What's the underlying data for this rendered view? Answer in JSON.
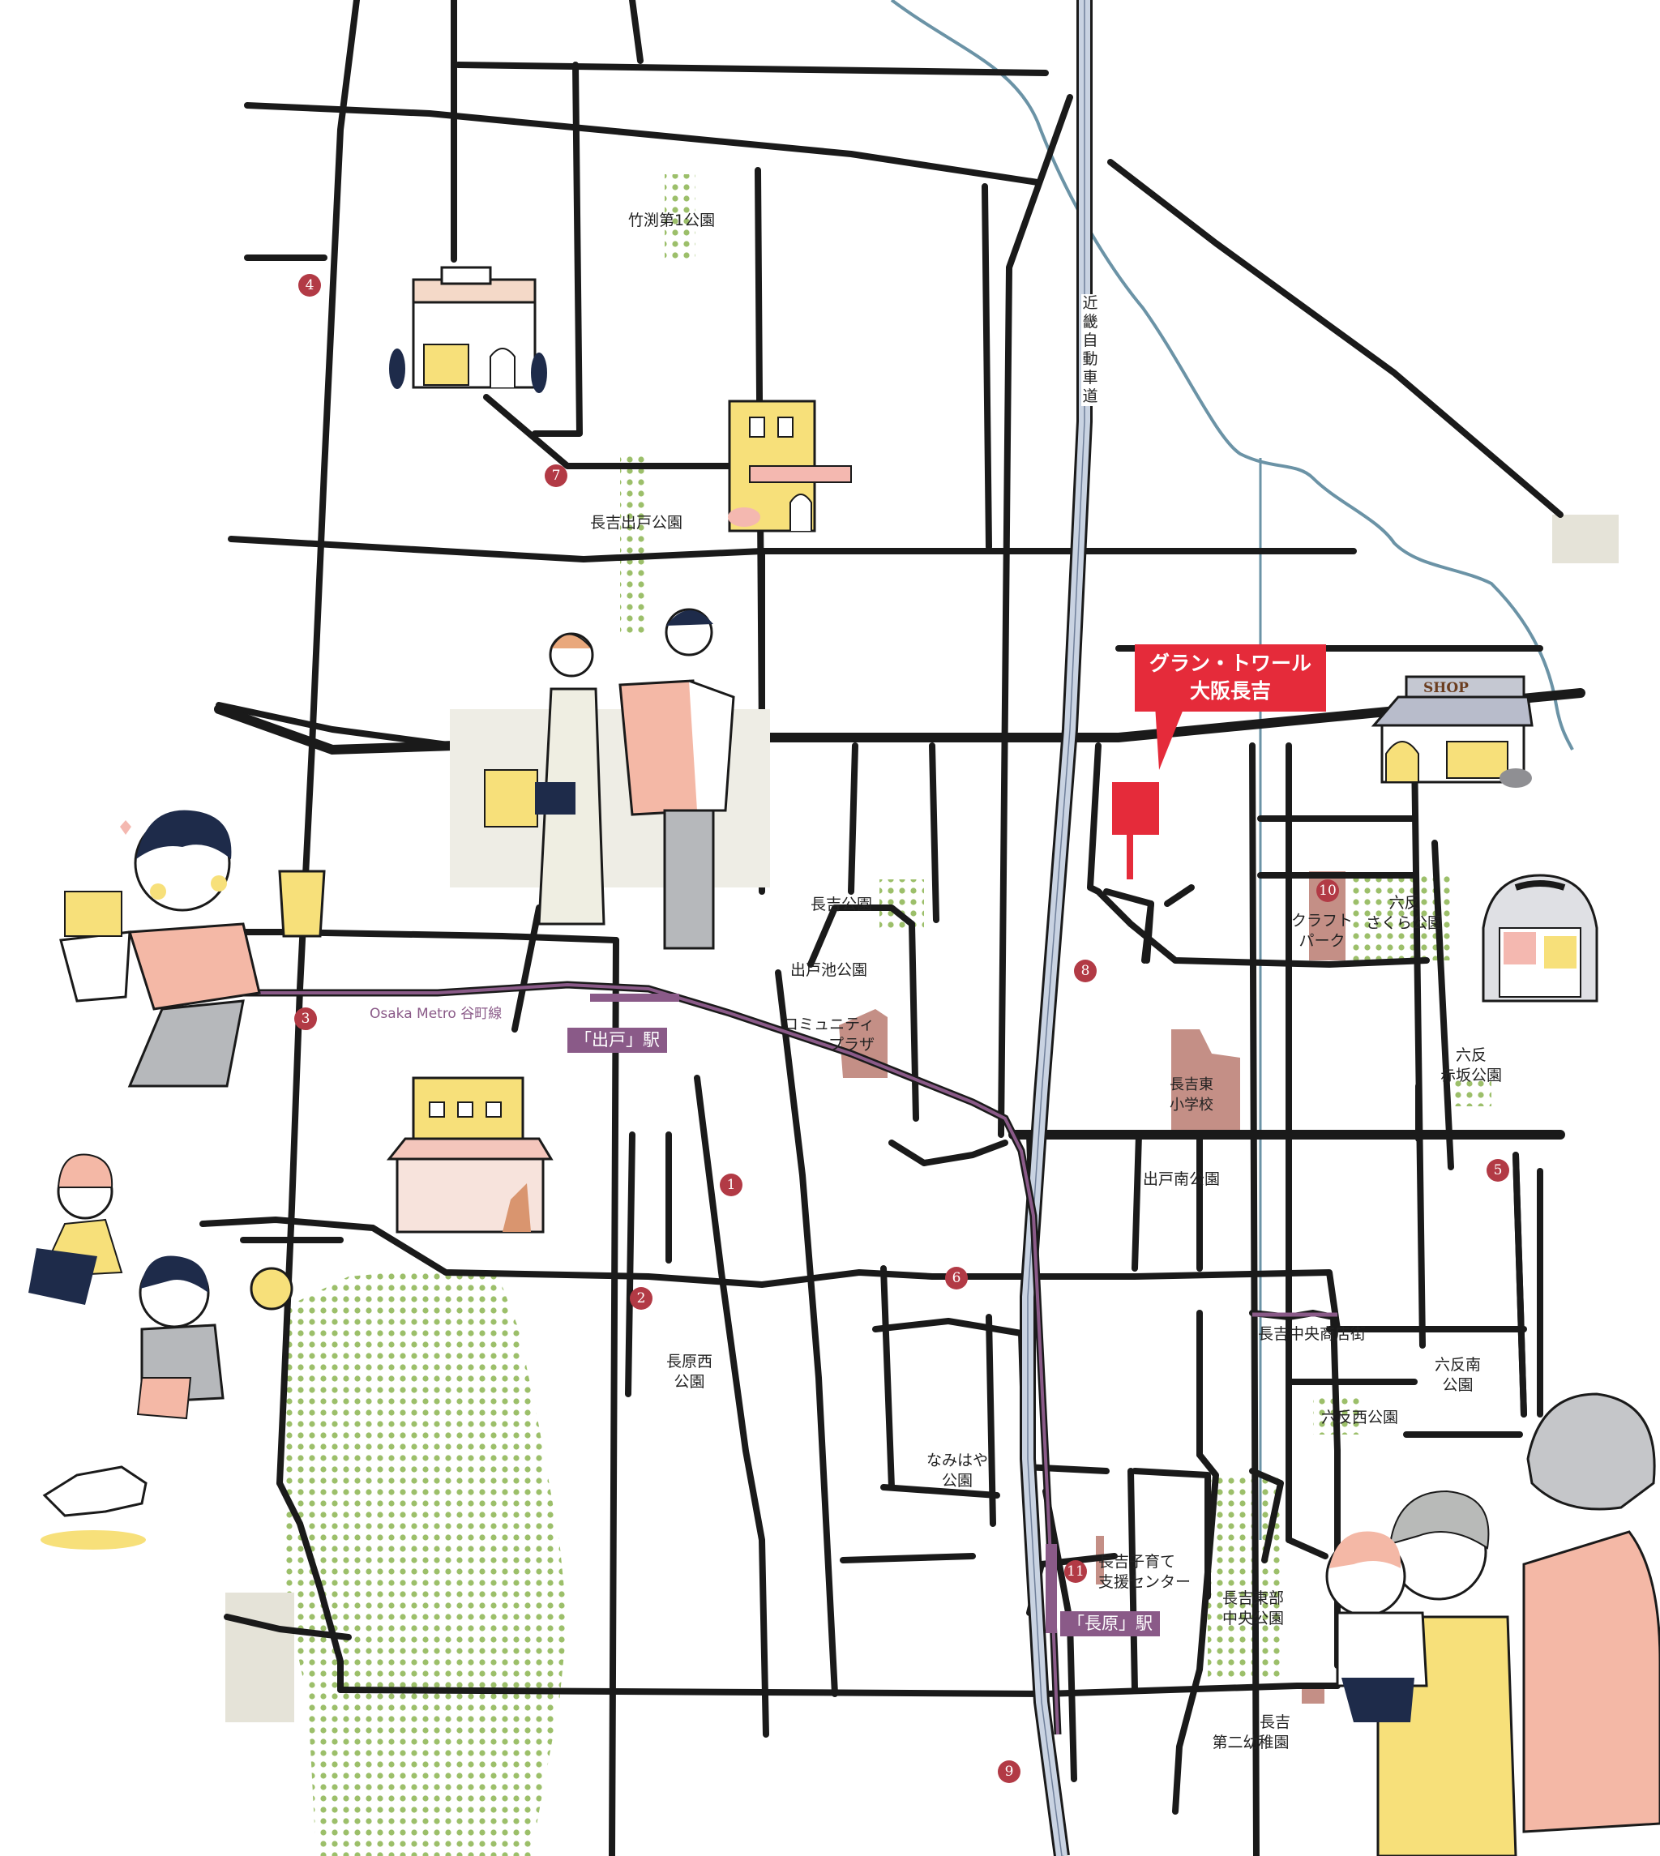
{
  "target": {
    "line1": "グラン・トワール",
    "line2": "大阪長吉"
  },
  "highway": {
    "chars": [
      "近",
      "畿",
      "自",
      "動",
      "車",
      "道"
    ]
  },
  "metro_line": "Osaka Metro 谷町線",
  "stations": {
    "deto": "「出戸」駅",
    "nagahara": "「長原」駅"
  },
  "markers": {
    "m1": "1",
    "m2": "2",
    "m3": "3",
    "m4": "4",
    "m5": "5",
    "m6": "6",
    "m7": "7",
    "m8": "8",
    "m9": "9",
    "m10": "10",
    "m11": "11"
  },
  "places": {
    "takefuchi_park": "竹渕第1公園",
    "nagayoshi_deto_park": "長吉出戸公園",
    "nagayoshi_park": "長吉公園",
    "detoike_park": "出戸池公園",
    "community_plaza": [
      "コミュニティ",
      "プラザ"
    ],
    "craft_park": [
      "クラフト",
      "パーク"
    ],
    "rokutan_sakura_park": [
      "六反",
      "さくら公園"
    ],
    "rokutan_akasaka_park": [
      "六反",
      "赤坂公園"
    ],
    "higashi_school": [
      "長吉東",
      "小学校"
    ],
    "deto_minami_park": "出戸南公園",
    "nagahara_nishi_park": [
      "長原西",
      "公園"
    ],
    "shopping_street": "長吉中央商店街",
    "rokutan_minami_park": [
      "六反南",
      "公園"
    ],
    "rokutan_nishi_park": "六反西公園",
    "namihaya_park": [
      "なみはや",
      "公園"
    ],
    "childcare_center": [
      "長吉子育て",
      "支援センター"
    ],
    "higashibu_park": [
      "長吉東部",
      "中央公園"
    ],
    "kindergarten": [
      "長吉",
      "第二幼稚園"
    ]
  },
  "shop_sign": "SHOP",
  "colors": {
    "road": "#1a1a1a",
    "river": "#6b93a6",
    "metro": "#8a5a88",
    "marker": "#b23a45",
    "target": "#e52b3a",
    "park_dot": "#9cbf6a",
    "facility": "#c48f86",
    "highway_fill": "#c9d3e2"
  }
}
